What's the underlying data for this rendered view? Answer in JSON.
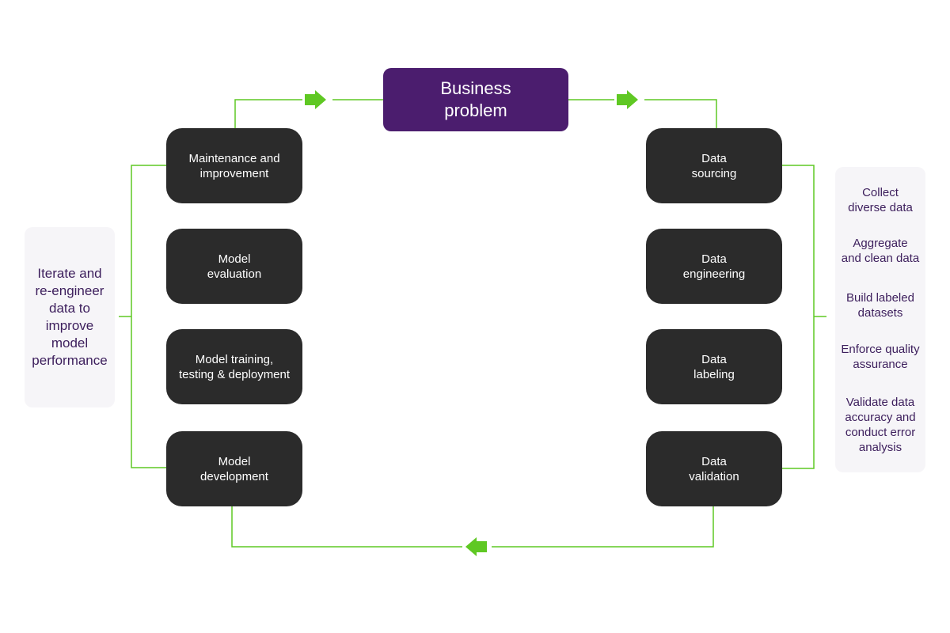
{
  "colors": {
    "accent_green": "#5fc823",
    "node_dark": "#2b2b2b",
    "main_purple": "#4b1d6e",
    "panel_bg": "#f6f5f8",
    "panel_text": "#3c1e5c"
  },
  "center": {
    "label": "Business\nproblem"
  },
  "left_steps": [
    "Maintenance and\nimprovement",
    "Model\nevaluation",
    "Model training,\ntesting & deployment",
    "Model\ndevelopment"
  ],
  "right_steps": [
    "Data\nsourcing",
    "Data\nengineering",
    "Data\nlabeling",
    "Data\nvalidation"
  ],
  "left_note": "Iterate and\nre-engineer\ndata to\nimprove\nmodel\nperformance",
  "right_tasks": [
    "Collect\ndiverse data",
    "Aggregate\nand clean data",
    "Build labeled\ndatasets",
    "Enforce quality\nassurance",
    "Validate data\naccuracy and\nconduct error\nanalysis"
  ]
}
